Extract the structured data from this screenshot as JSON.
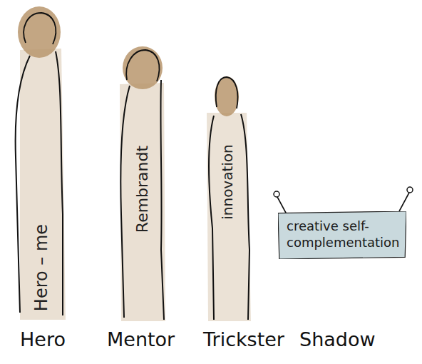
{
  "diagram": {
    "nodes": [
      {
        "text": [
          "Hero – me"
        ]
      },
      {
        "text": [
          "Rembrandt"
        ]
      },
      {
        "text": [
          "innovation"
        ]
      },
      {
        "text": [
          "creative self-complementation"
        ]
      }
    ],
    "labels": [
      "Hero",
      "Mentor",
      "Trickster",
      "Shadow"
    ]
  }
}
